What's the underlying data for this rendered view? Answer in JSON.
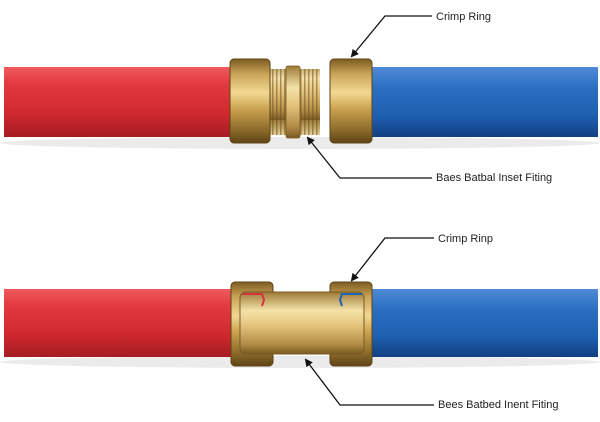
{
  "top_figure": {
    "crimp_ring_label": "Crimp Ring",
    "fitting_label": "Baes Batbal Inset Fiting"
  },
  "bottom_figure": {
    "crimp_ring_label": "Crimp Rinp",
    "fitting_label": "Bees Batbed Inent Fiting"
  },
  "colors": {
    "red_pipe": "#d8333a",
    "blue_pipe": "#1f63b4",
    "brass": "#c9a14f",
    "brass_dark": "#8a6a2a",
    "leader": "#111111"
  }
}
